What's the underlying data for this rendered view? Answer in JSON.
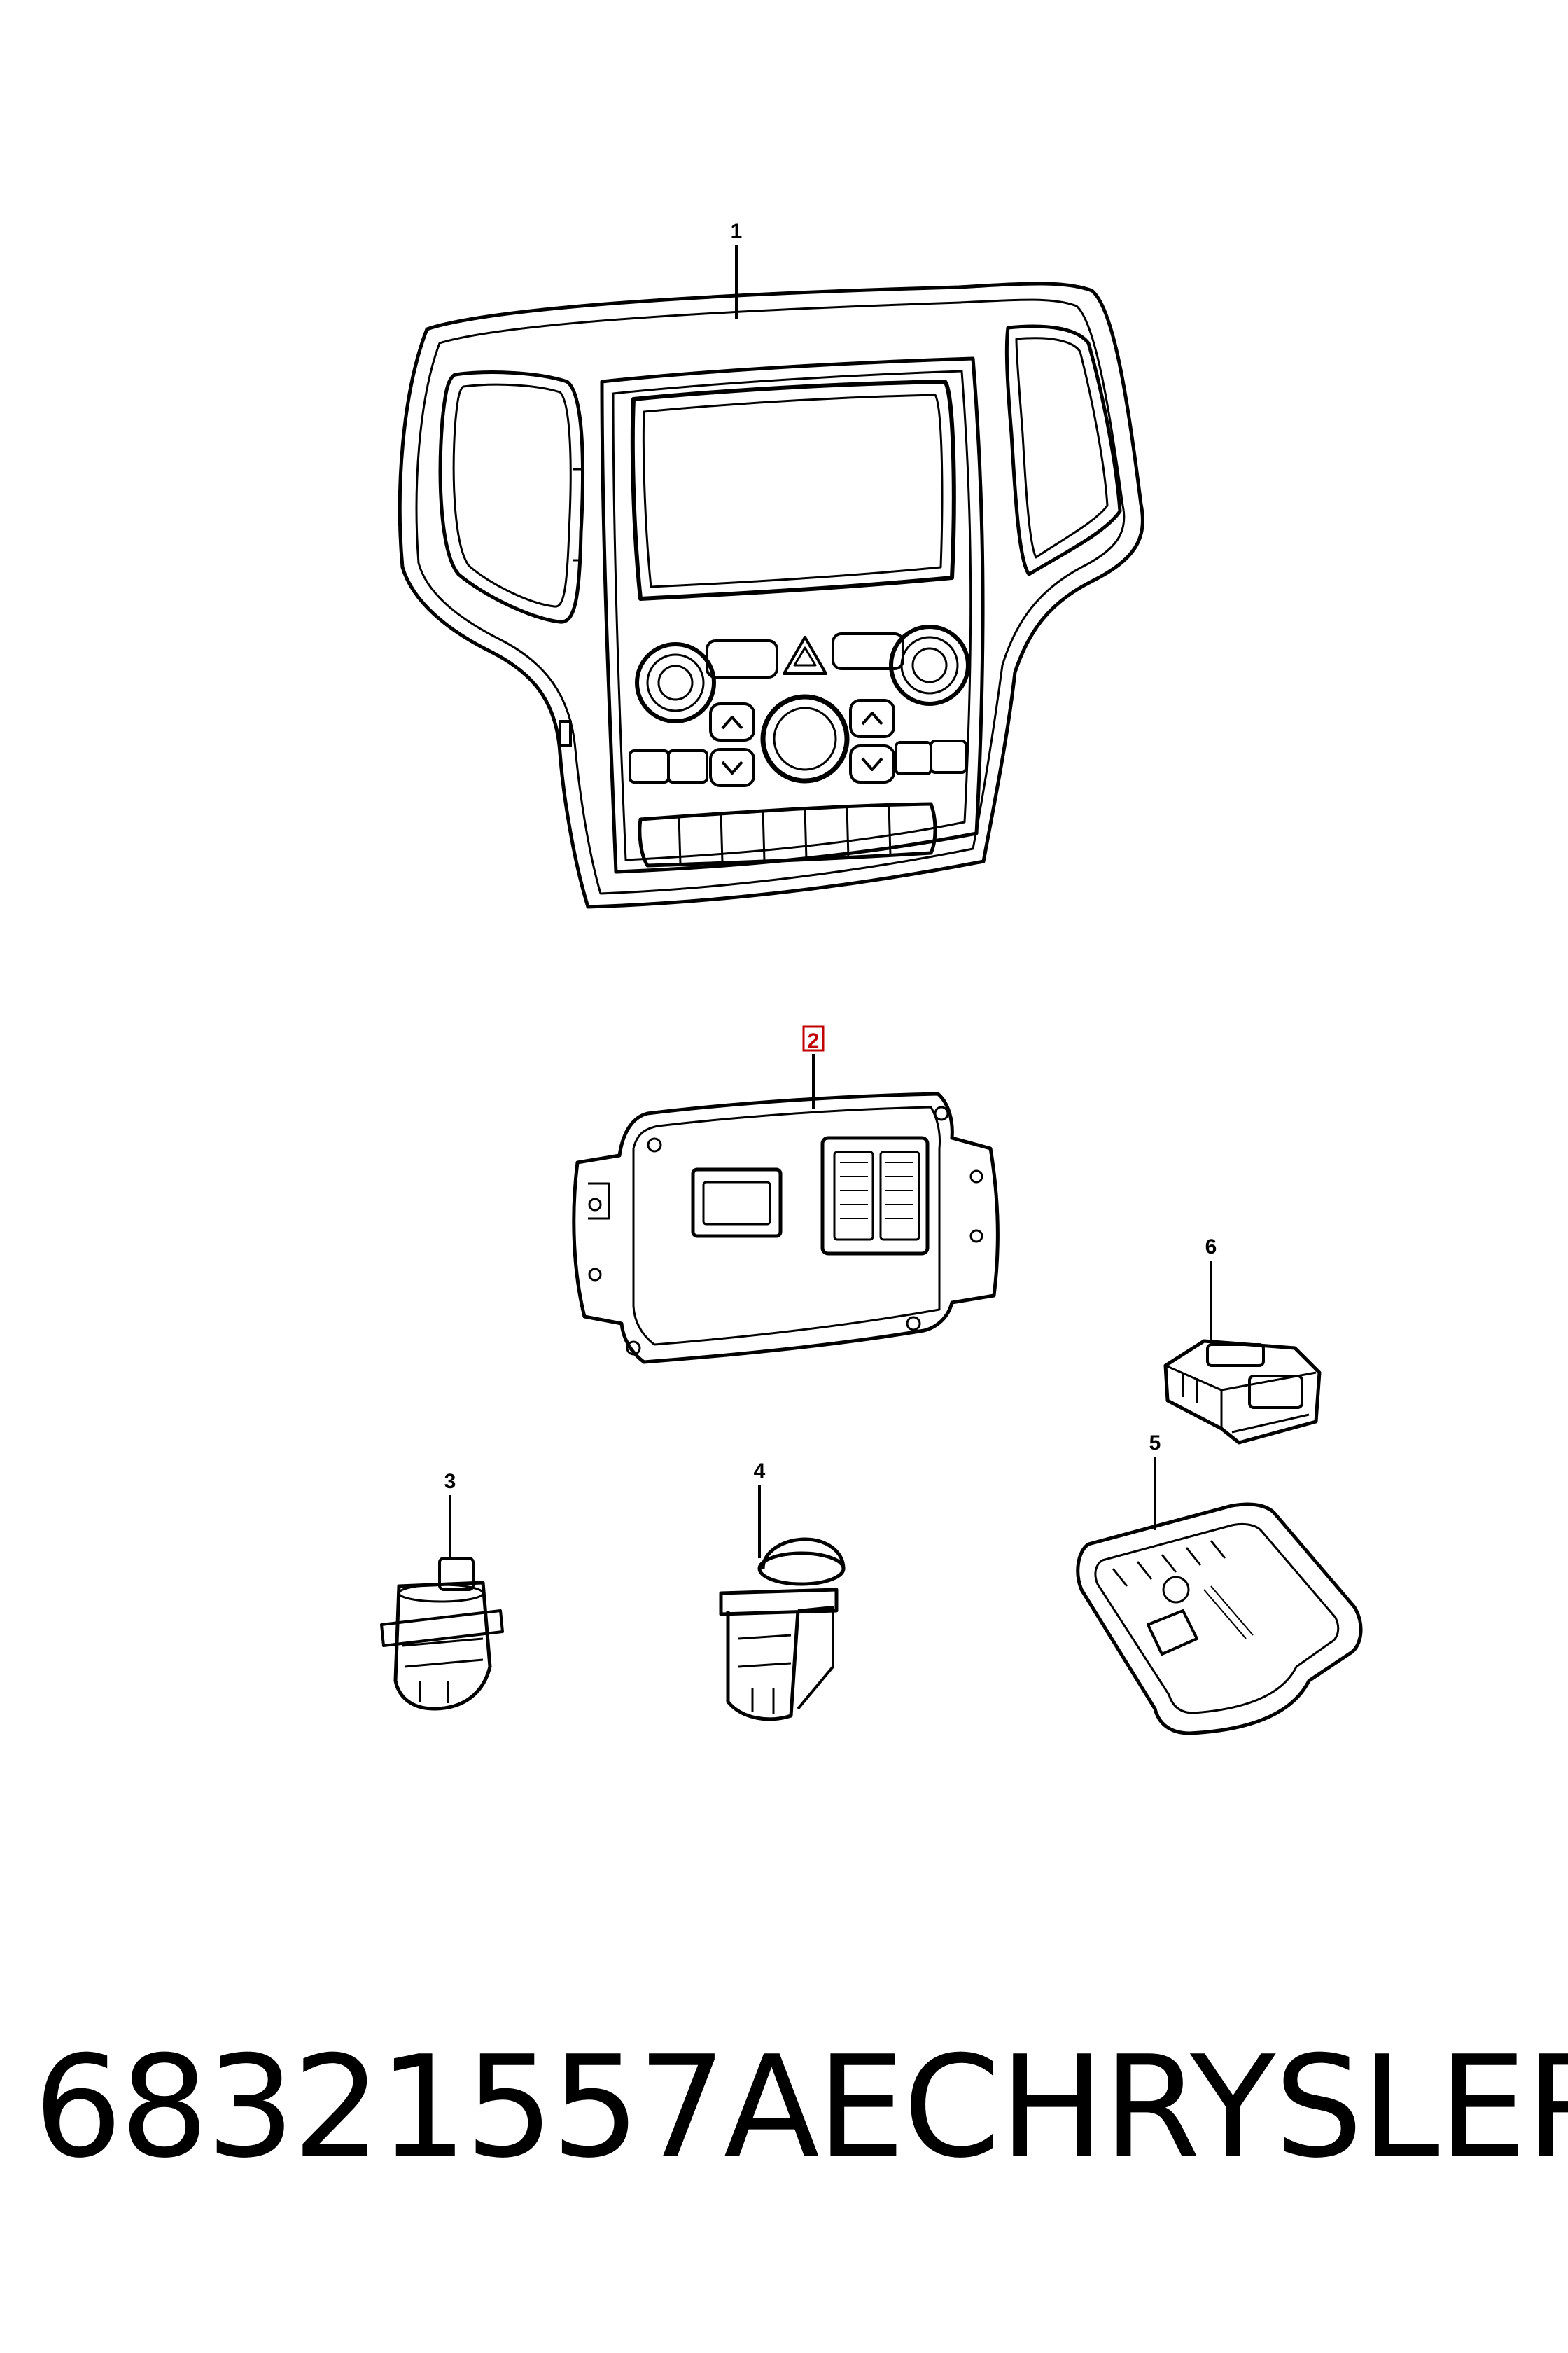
{
  "callouts": {
    "c1": "1",
    "c2": "2",
    "c3": "3",
    "c4": "4",
    "c5": "5",
    "c6": "6"
  },
  "highlight_color": "#c00000",
  "footer": {
    "part_number": "68321557AE",
    "brand": "CHRYSLER"
  }
}
